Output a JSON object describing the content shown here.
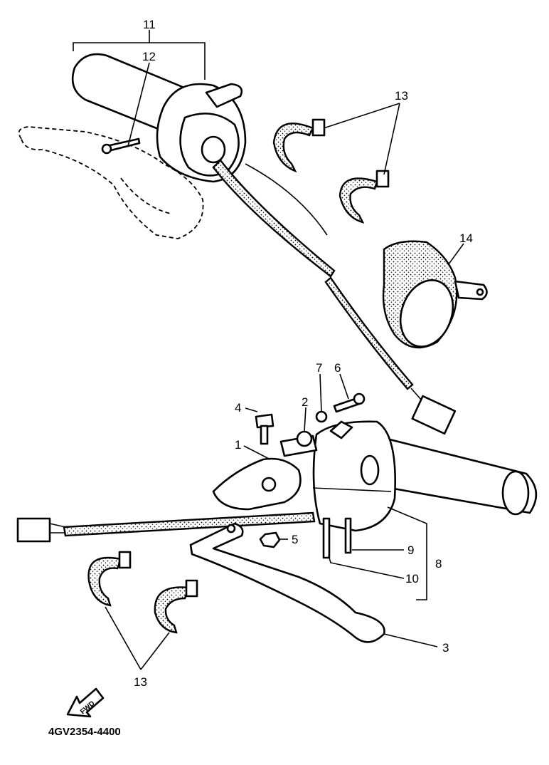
{
  "diagram": {
    "part_code": "4GV2354-4400",
    "forward_arrow": "FWD",
    "callouts": {
      "c1": "1",
      "c2": "2",
      "c3": "3",
      "c4": "4",
      "c5": "5",
      "c6": "6",
      "c7": "7",
      "c8": "8",
      "c9": "9",
      "c10": "10",
      "c11": "11",
      "c12": "12",
      "c13a": "13",
      "c13b": "13",
      "c14": "14"
    }
  }
}
